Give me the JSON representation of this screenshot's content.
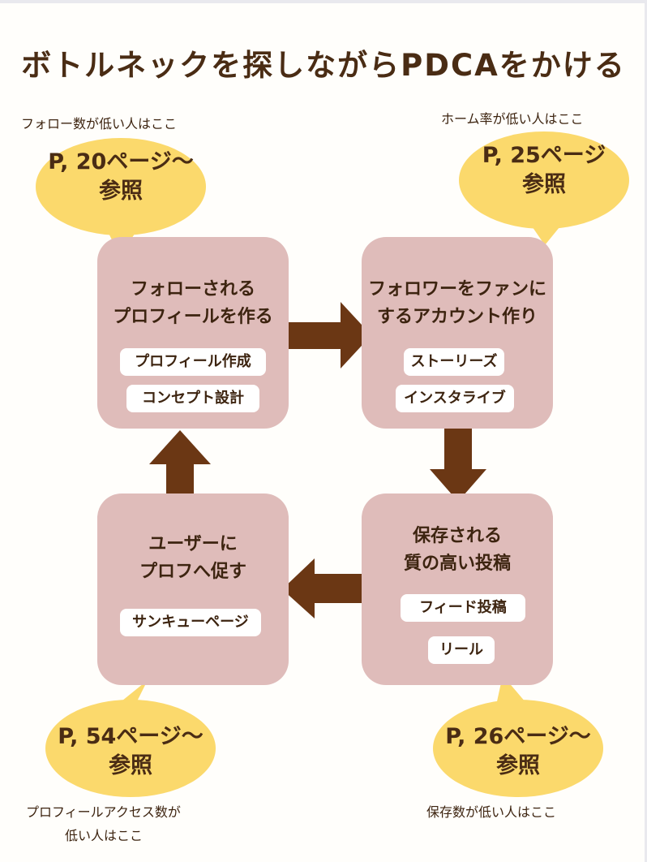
{
  "title": "ボトルネックを探しながらPDCAをかける",
  "colors": {
    "box": "#dfbcba",
    "bubble": "#fbd96c",
    "arrow": "#6b3714",
    "text": "#3d2410"
  },
  "boxes": {
    "top_left": {
      "title_lines": [
        "フォローされる",
        "プロフィールを作る"
      ],
      "pills": [
        "プロフィール作成",
        "コンセプト設計"
      ]
    },
    "top_right": {
      "title_lines": [
        "フォロワーをファンに",
        "するアカウント作り"
      ],
      "pills": [
        "ストーリーズ",
        "インスタライブ"
      ]
    },
    "bottom_right": {
      "title_lines": [
        "保存される",
        "質の高い投稿"
      ],
      "pills": [
        "フィード投稿",
        "リール"
      ]
    },
    "bottom_left": {
      "title_lines": [
        "ユーザーに",
        "プロフへ促す"
      ],
      "pills": [
        "サンキューページ"
      ]
    }
  },
  "bubbles": {
    "top_left": {
      "line1": "P, 20ページ～",
      "line2": "参照",
      "caption": "フォロー数が低い人はここ"
    },
    "top_right": {
      "line1": "P, 25ページ",
      "line2": "参照",
      "caption": "ホーム率が低い人はここ"
    },
    "bottom_left": {
      "line1": "P, 54ページ～",
      "line2": "参照",
      "caption_lines": [
        "プロフィールアクセス数が",
        "低い人はここ"
      ]
    },
    "bottom_right": {
      "line1": "P, 26ページ～",
      "line2": "参照",
      "caption": "保存数が低い人はここ"
    }
  }
}
